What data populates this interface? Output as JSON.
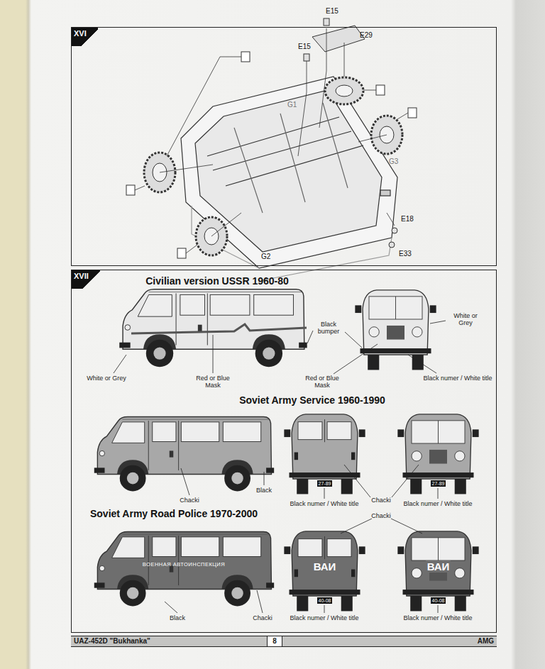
{
  "diagram": {
    "nodes": [
      {
        "text": [
          "XVI"
        ]
      },
      {
        "text": [
          "XVII"
        ]
      },
      {
        "text": [
          "UAZ-452D \"Bukhanka\"",
          "AMG"
        ]
      },
      {
        "text": [
          "8"
        ],
        "in": 2
      }
    ],
    "labels": [
      "E15",
      "E29",
      "E15",
      "G1",
      "G3",
      "E18",
      "E33",
      "G2",
      "Civilian version USSR 1960-80",
      "White or Grey",
      "Red or Blue Mask",
      "Black bumper",
      "Red or Blue Mask",
      "White or Grey",
      "Black numer / White title",
      "Soviet Army Service 1960-1990",
      "27-89",
      "27-89",
      "Black",
      "Chacki",
      "Chacki",
      "Black numer / White title",
      "Black numer / White title",
      "Soviet Army Road Police 1970-2000",
      "Chacki",
      "ВОЕННАЯ АВТОИНСПЕКЦИЯ",
      "ВАИ",
      "ВАИ",
      "40-08",
      "40-08",
      "Black",
      "Chacki",
      "Black numer / White title",
      "Black numer / White title"
    ]
  }
}
